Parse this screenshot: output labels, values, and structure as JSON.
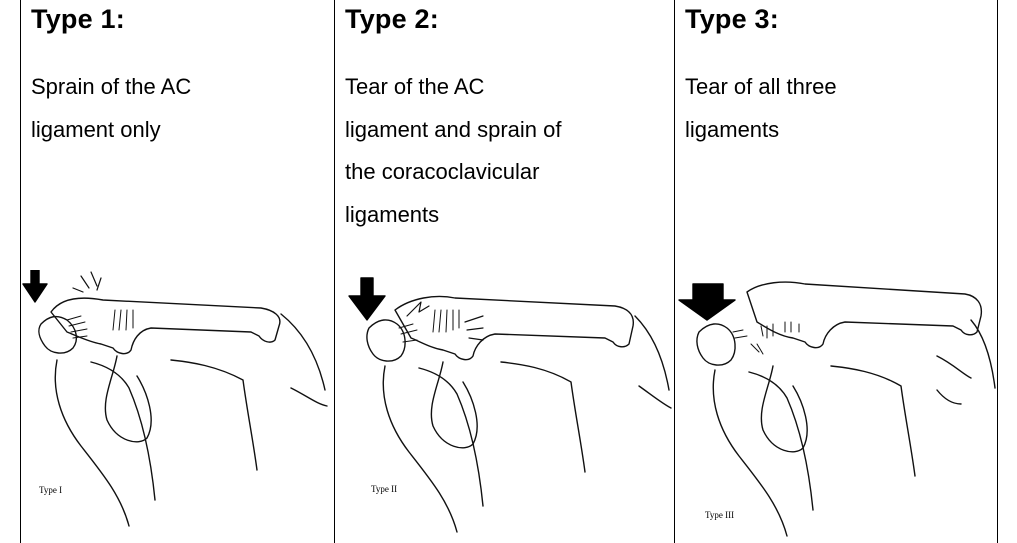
{
  "columns": [
    {
      "title": "Type 1:",
      "description_lines": [
        "Sprain of the AC",
        "ligament only"
      ],
      "figure_caption": "Type I"
    },
    {
      "title": "Type 2:",
      "description_lines": [
        "Tear of the AC",
        "ligament and sprain of",
        "the coracoclavicular",
        "ligaments"
      ],
      "figure_caption": "Type II"
    },
    {
      "title": "Type 3:",
      "description_lines": [
        "Tear of all three",
        "ligaments"
      ],
      "figure_caption": "Type III"
    }
  ]
}
